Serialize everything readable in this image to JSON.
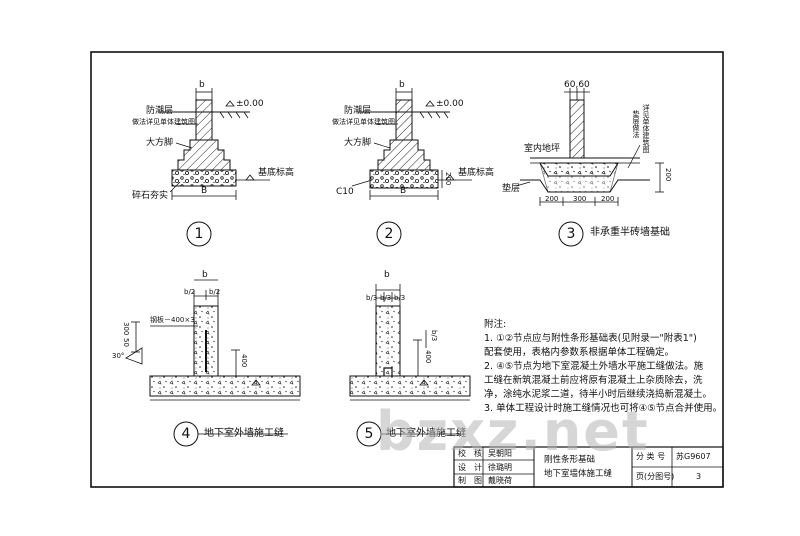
{
  "details": {
    "d1": {
      "number": "1",
      "labels": {
        "dim_b": "b",
        "elev": "±0.00",
        "damp": "防潮层",
        "damp_note": "做法详见单体建筑图",
        "footing": "大方脚",
        "base_elev": "基底标高",
        "bed": "碎石夯实",
        "width": "B"
      }
    },
    "d2": {
      "number": "2",
      "labels": {
        "dim_b": "b",
        "elev": "±0.00",
        "damp": "防潮层",
        "damp_note": "做法详见单体建筑图",
        "footing": "大方脚",
        "base_elev": "基底标高",
        "concrete": "C10",
        "dim_200": "200",
        "width": "B"
      }
    },
    "d3": {
      "number": "3",
      "title": "非承重半砖墙基础",
      "labels": {
        "top_dims": "60,60",
        "floor": "室内地坪",
        "cushion": "垫层",
        "v1": "垫层做法",
        "v2": "详见单体建筑图",
        "dim_200": "200",
        "d_a": "200",
        "d_b": "300",
        "d_c": "200"
      }
    },
    "d4": {
      "number": "4",
      "title": "地下室外墙施工缝",
      "labels": {
        "dim_b": "b",
        "b_half_l": "b/2",
        "b_half_r": "b/2",
        "plate": "钢板－400×3",
        "dim_300": "300",
        "dim_50": "50",
        "angle": "30°",
        "dim_400": "400"
      }
    },
    "d5": {
      "number": "5",
      "title": "地下室外墙施工缝",
      "labels": {
        "dim_b": "b",
        "b_l": "b/3",
        "b_m": "b/3",
        "b_r": "b/3",
        "dim_400": "400",
        "dim_b3": "b/3"
      }
    }
  },
  "notes": {
    "heading": "附注:",
    "items": [
      "1. ①②节点应与附性条形基础表(见附录一\"附表1\")",
      "   配套使用，表格内参数系根据单体工程确定。",
      "2. ④⑤节点为地下室混凝土外墙水平施工缝做法。施",
      "   工缝在新筑混凝土前应将原有混凝土上杂质除去，洗",
      "   净，涂纯水泥浆二道，待半小时后继续浇捣新混凝土。",
      "3. 单体工程设计时施工缝情况也可将④⑤节点合并使用。"
    ]
  },
  "title_block": {
    "r1_role": "校　核",
    "r1_name": "吴朝阳",
    "r2_role": "设　计",
    "r2_name": "徐璐明",
    "r3_role": "制　图",
    "r3_name": "戴晓荷",
    "title_l1": "刚性条形基础",
    "title_l2": "地下室墙体施工缝",
    "cat_label": "分 类 号",
    "cat_value": "苏G9607",
    "page_label": "页(分图号)",
    "page_value": "3"
  },
  "watermark": "bzxz.net"
}
